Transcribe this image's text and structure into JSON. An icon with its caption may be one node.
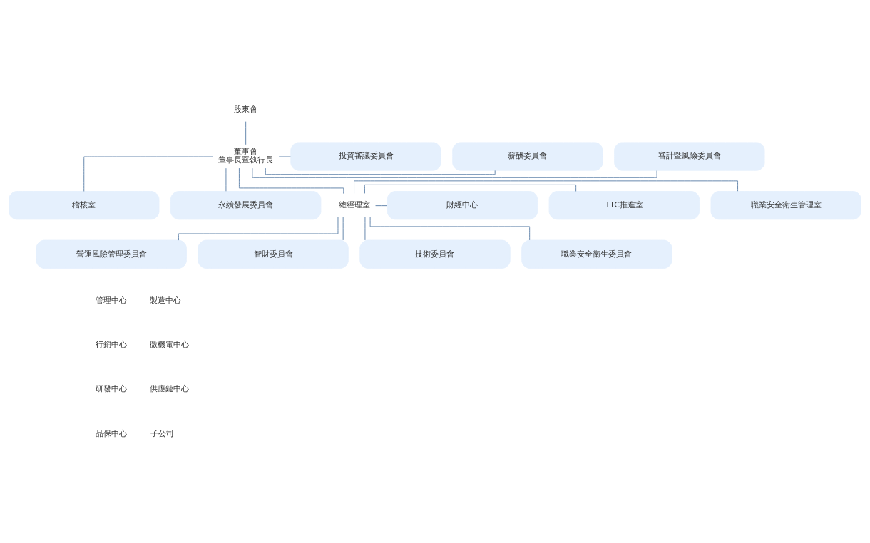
{
  "diagram": {
    "nodes": [
      {
        "text": [
          "股東會"
        ]
      },
      {
        "text": [
          "董事會",
          "董事長暨執行長"
        ]
      },
      {
        "text": [
          "審計暨風險委員會"
        ]
      },
      {
        "text": [
          "薪酬委員會"
        ]
      },
      {
        "text": [
          "投資審議委員會"
        ]
      },
      {
        "text": [
          "稽核室"
        ]
      },
      {
        "text": [
          "永續發展委員會"
        ]
      },
      {
        "text": [
          "總經理室"
        ]
      },
      {
        "text": [
          "職業安全衛生管理室"
        ]
      },
      {
        "text": [
          "TTC推進室"
        ]
      },
      {
        "text": [
          "營運風險管理委員會"
        ]
      },
      {
        "text": [
          "財經中心"
        ]
      },
      {
        "text": [
          "智財委員會"
        ]
      },
      {
        "text": [
          "技術委員會"
        ]
      },
      {
        "text": [
          "職業安全衛生委員會"
        ]
      }
    ],
    "edges": [
      {
        "from": 0,
        "to": 1,
        "arrow": "none"
      },
      {
        "from": 1,
        "to": 2,
        "arrow": "none"
      },
      {
        "from": 1,
        "to": 3,
        "arrow": "none"
      },
      {
        "from": 1,
        "to": 4,
        "arrow": "none"
      },
      {
        "from": 1,
        "to": 5,
        "arrow": "none"
      },
      {
        "from": 1,
        "to": 6,
        "arrow": "none"
      },
      {
        "from": 1,
        "to": 7,
        "arrow": "none"
      },
      {
        "from": 7,
        "to": 8,
        "arrow": "none"
      },
      {
        "from": 7,
        "to": 9,
        "arrow": "none"
      },
      {
        "from": 7,
        "to": 10,
        "arrow": "none"
      },
      {
        "from": 7,
        "to": 11,
        "arrow": "none"
      },
      {
        "from": 7,
        "to": 12,
        "arrow": "none"
      },
      {
        "from": 7,
        "to": 13,
        "arrow": "none"
      },
      {
        "from": 7,
        "to": 14,
        "arrow": "none"
      }
    ],
    "labels": [
      "管理中心",
      "製造中心",
      "行銷中心",
      "微機電中心",
      "研發中心",
      "供應鏈中心",
      "品保中心",
      "子公司"
    ]
  }
}
